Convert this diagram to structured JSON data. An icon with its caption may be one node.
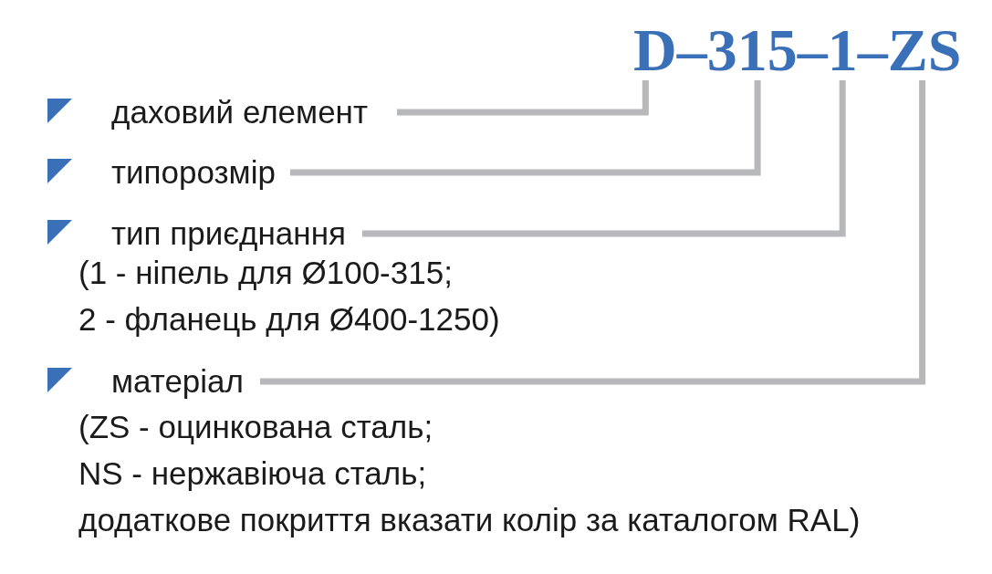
{
  "diagram": {
    "nodes": [
      {
        "text": [
          "D"
        ]
      },
      {
        "text": [
          "315"
        ]
      },
      {
        "text": [
          "1"
        ]
      },
      {
        "text": [
          "ZS"
        ]
      },
      {
        "text": [
          "даховий елемент"
        ]
      },
      {
        "text": [
          "типорозмір"
        ]
      },
      {
        "text": [
          "тип приєднання"
        ],
        "beside": [
          "(1 - ніпель для Ø100-315; 2 - фланець для Ø400-1250)"
        ]
      },
      {
        "text": [
          "матеріал"
        ],
        "beside": [
          "(ZS - оцинкована сталь; NS - нержавіюча сталь; додаткове покриття вказати колір за каталогом RAL)"
        ]
      }
    ],
    "edges": [
      {
        "from": 4,
        "to": 0,
        "arrow": "none"
      },
      {
        "from": 5,
        "to": 1,
        "arrow": "none"
      },
      {
        "from": 6,
        "to": 2,
        "arrow": "none"
      },
      {
        "from": 7,
        "to": 3,
        "arrow": "none"
      }
    ],
    "labels": [
      "–",
      "–",
      "–"
    ]
  }
}
